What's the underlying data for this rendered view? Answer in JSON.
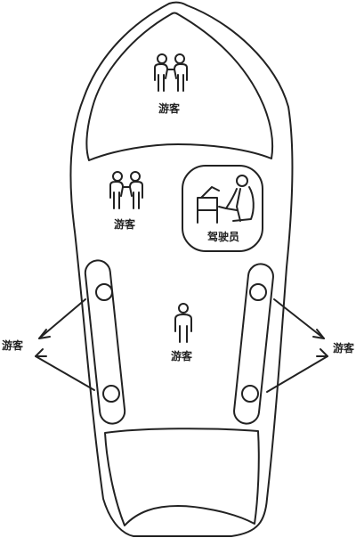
{
  "diagram": {
    "labels": {
      "passenger_bow": "游客",
      "passenger_mid_left": "游客",
      "passenger_center": "游客",
      "driver": "驾驶员",
      "exit_left": "游客",
      "exit_right": "游客"
    },
    "icons": {
      "passenger_pair": "two-people-icon",
      "passenger_single": "person-icon",
      "driver": "seated-driver-icon"
    },
    "colors": {
      "stroke": "#222222",
      "background": "#ffffff"
    }
  }
}
